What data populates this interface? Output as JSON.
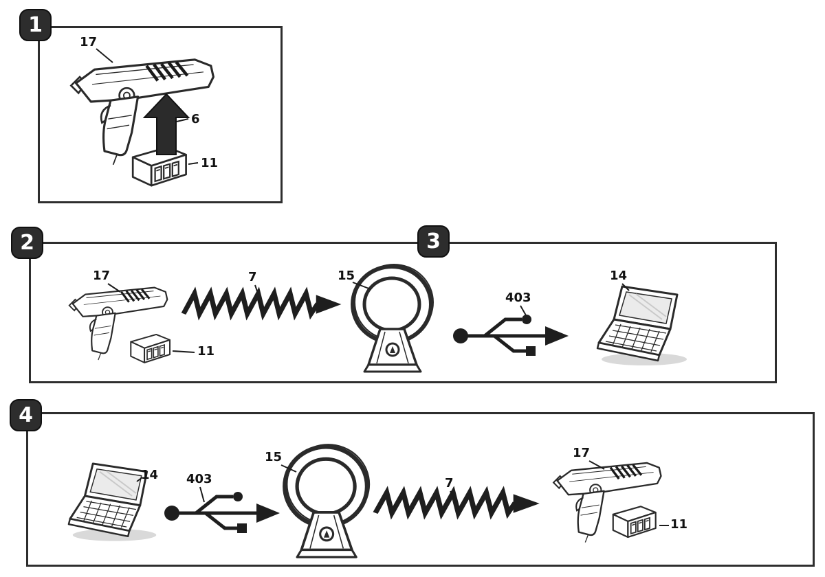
{
  "page": {
    "type": "assembly-instruction-diagram",
    "ink_color": "#2a2a2a",
    "paper_color": "#ffffff"
  },
  "icons": {
    "insert_arrow": "up-block-arrow-icon",
    "signal_arrow": "zigzag-arrow-icon",
    "usb_symbol": "usb-trident-icon"
  },
  "steps": {
    "step1": {
      "badge": "1",
      "labels": {
        "gun": "17",
        "insert_arrow": "6",
        "battery": "11"
      }
    },
    "step2": {
      "badge": "2",
      "labels": {
        "gun": "17",
        "battery": "11",
        "signal": "7",
        "ring": "15"
      }
    },
    "step3": {
      "badge": "3",
      "labels": {
        "usb": "403",
        "laptop": "14"
      }
    },
    "step4": {
      "badge": "4",
      "labels": {
        "laptop": "14",
        "usb": "403",
        "ring": "15",
        "signal": "7",
        "gun": "17",
        "battery": "11"
      }
    }
  }
}
